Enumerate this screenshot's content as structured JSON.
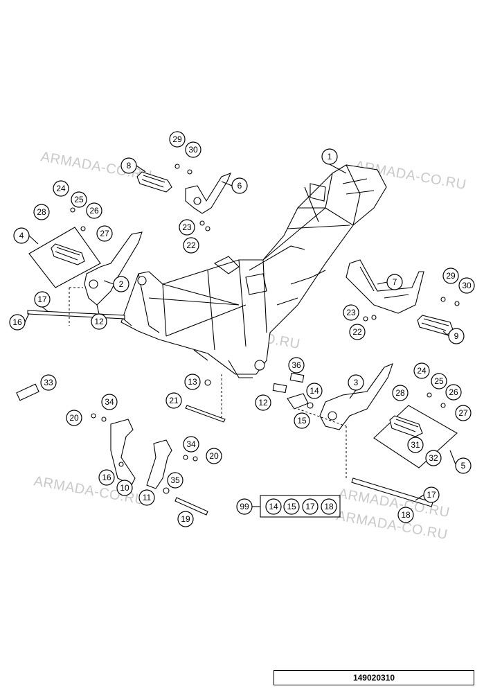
{
  "watermarks": [
    "ARMADA-CO.RU",
    "ARMADA-CO.RU",
    "ARMADA-CO.RU",
    "ARMADA-CO.RU",
    "ARMADA-CO.RU",
    "ARMADA-CO.RU"
  ],
  "callouts": {
    "c1": "1",
    "c2": "2",
    "c3": "3",
    "c4": "4",
    "c5": "5",
    "c6": "6",
    "c7": "7",
    "c8": "8",
    "c9": "9",
    "c10": "10",
    "c11": "11",
    "c12a": "12",
    "c12b": "12",
    "c13": "13",
    "c14": "14",
    "c15": "15",
    "c16a": "16",
    "c16b": "16",
    "c17a": "17",
    "c17b": "17",
    "c18": "18",
    "c19": "19",
    "c20a": "20",
    "c20b": "20",
    "c21": "21",
    "c22a": "22",
    "c22b": "22",
    "c23a": "23",
    "c23b": "23",
    "c24a": "24",
    "c24b": "24",
    "c25a": "25",
    "c25b": "25",
    "c26a": "26",
    "c26b": "26",
    "c27a": "27",
    "c27b": "27",
    "c28a": "28",
    "c28b": "28",
    "c29a": "29",
    "c29b": "29",
    "c30a": "30",
    "c30b": "30",
    "c31": "31",
    "c32": "32",
    "c33": "33",
    "c34a": "34",
    "c34b": "34",
    "c35": "35",
    "c36": "36",
    "c99": "99",
    "kit14": "14",
    "kit15": "15",
    "kit17": "17",
    "kit18": "18"
  },
  "doc_number": "149020310"
}
